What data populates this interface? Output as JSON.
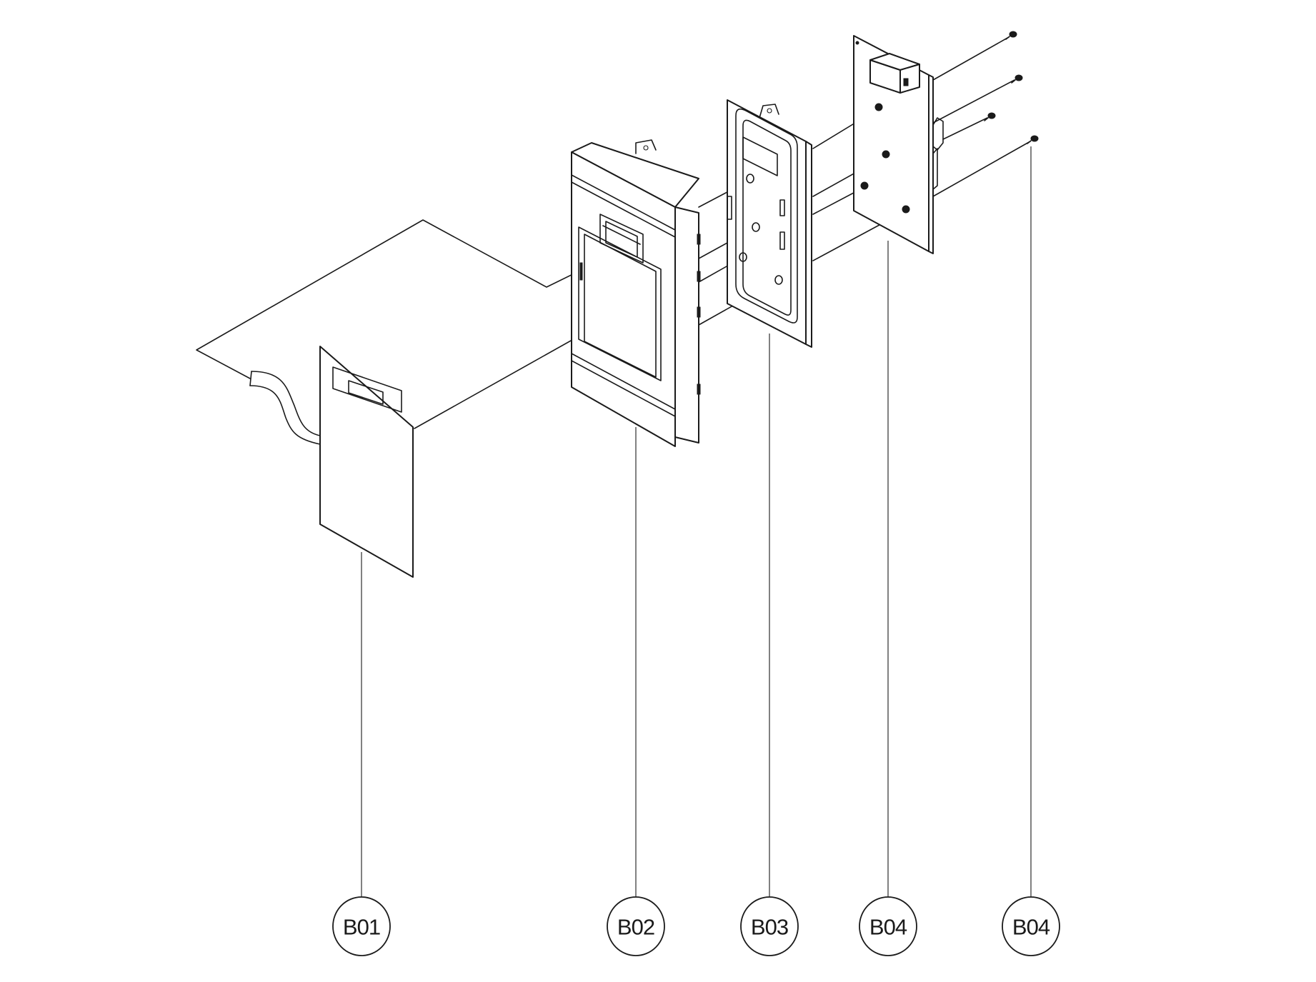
{
  "callouts": [
    {
      "label": "B01",
      "part": "membrane-keypad"
    },
    {
      "label": "B02",
      "part": "control-panel-frame"
    },
    {
      "label": "B03",
      "part": "panel-bracket"
    },
    {
      "label": "B04",
      "part": "pcb-board"
    },
    {
      "label": "B04",
      "part": "screws"
    }
  ],
  "colors": {
    "line": "#1a1a1a",
    "background": "#ffffff"
  }
}
